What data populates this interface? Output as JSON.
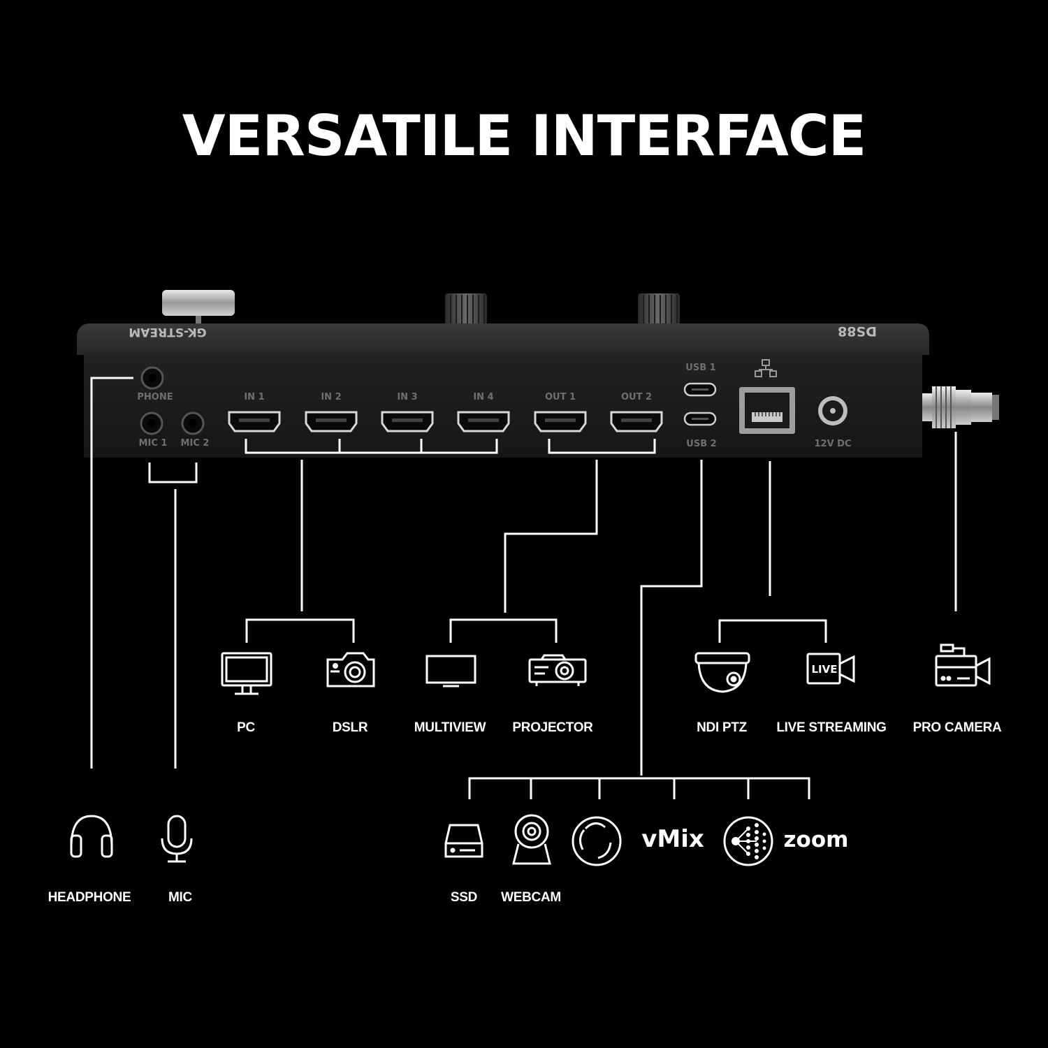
{
  "title": "VERSATILE INTERFACE",
  "device": {
    "brand": "GK-STREAM",
    "model": "DS88",
    "ports": {
      "phone": "PHONE",
      "mic1": "MIC 1",
      "mic2": "MIC 2",
      "in1": "IN 1",
      "in2": "IN 2",
      "in3": "IN 3",
      "in4": "IN 4",
      "out1": "OUT 1",
      "out2": "OUT 2",
      "usb1": "USB 1",
      "usb2": "USB 2",
      "power": "12V DC"
    }
  },
  "devices": {
    "pc": "PC",
    "dslr": "DSLR",
    "multiview": "MULTIVIEW",
    "projector": "PROJECTOR",
    "ndi_ptz": "NDI PTZ",
    "live_streaming": "LIVE STREAMING",
    "pro_camera": "PRO CAMERA",
    "headphone": "HEADPHONE",
    "mic": "MIC",
    "ssd": "SSD",
    "webcam": "WEBCAM",
    "live_badge": "LIVE"
  },
  "software": {
    "vmix": "vMix",
    "zoom": "zoom"
  }
}
